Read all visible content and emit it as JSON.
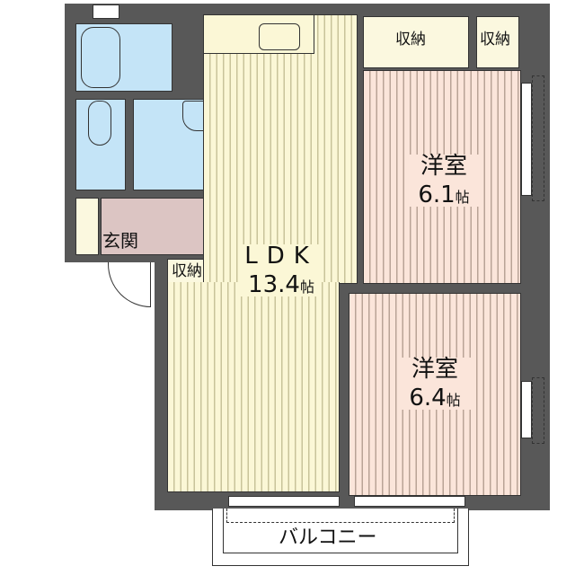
{
  "floorplan": {
    "rooms": [
      {
        "id": "ldk",
        "name": "LDK",
        "size": "13.4",
        "unit": "帖"
      },
      {
        "id": "western1",
        "name": "洋室",
        "size": "6.1",
        "unit": "帖"
      },
      {
        "id": "western2",
        "name": "洋室",
        "size": "6.4",
        "unit": "帖"
      }
    ],
    "storage_labels": [
      "収納",
      "収納",
      "収納"
    ],
    "entrance": "玄関",
    "balcony": "バルコニー",
    "colors": {
      "wall": "#585858",
      "ldk_floor": "#fbf7d6",
      "western_floor": "#fbe5da",
      "wet_area": "#c4e4f7",
      "entrance_floor": "#dcc5c3",
      "storage": "#fbf8df"
    }
  }
}
